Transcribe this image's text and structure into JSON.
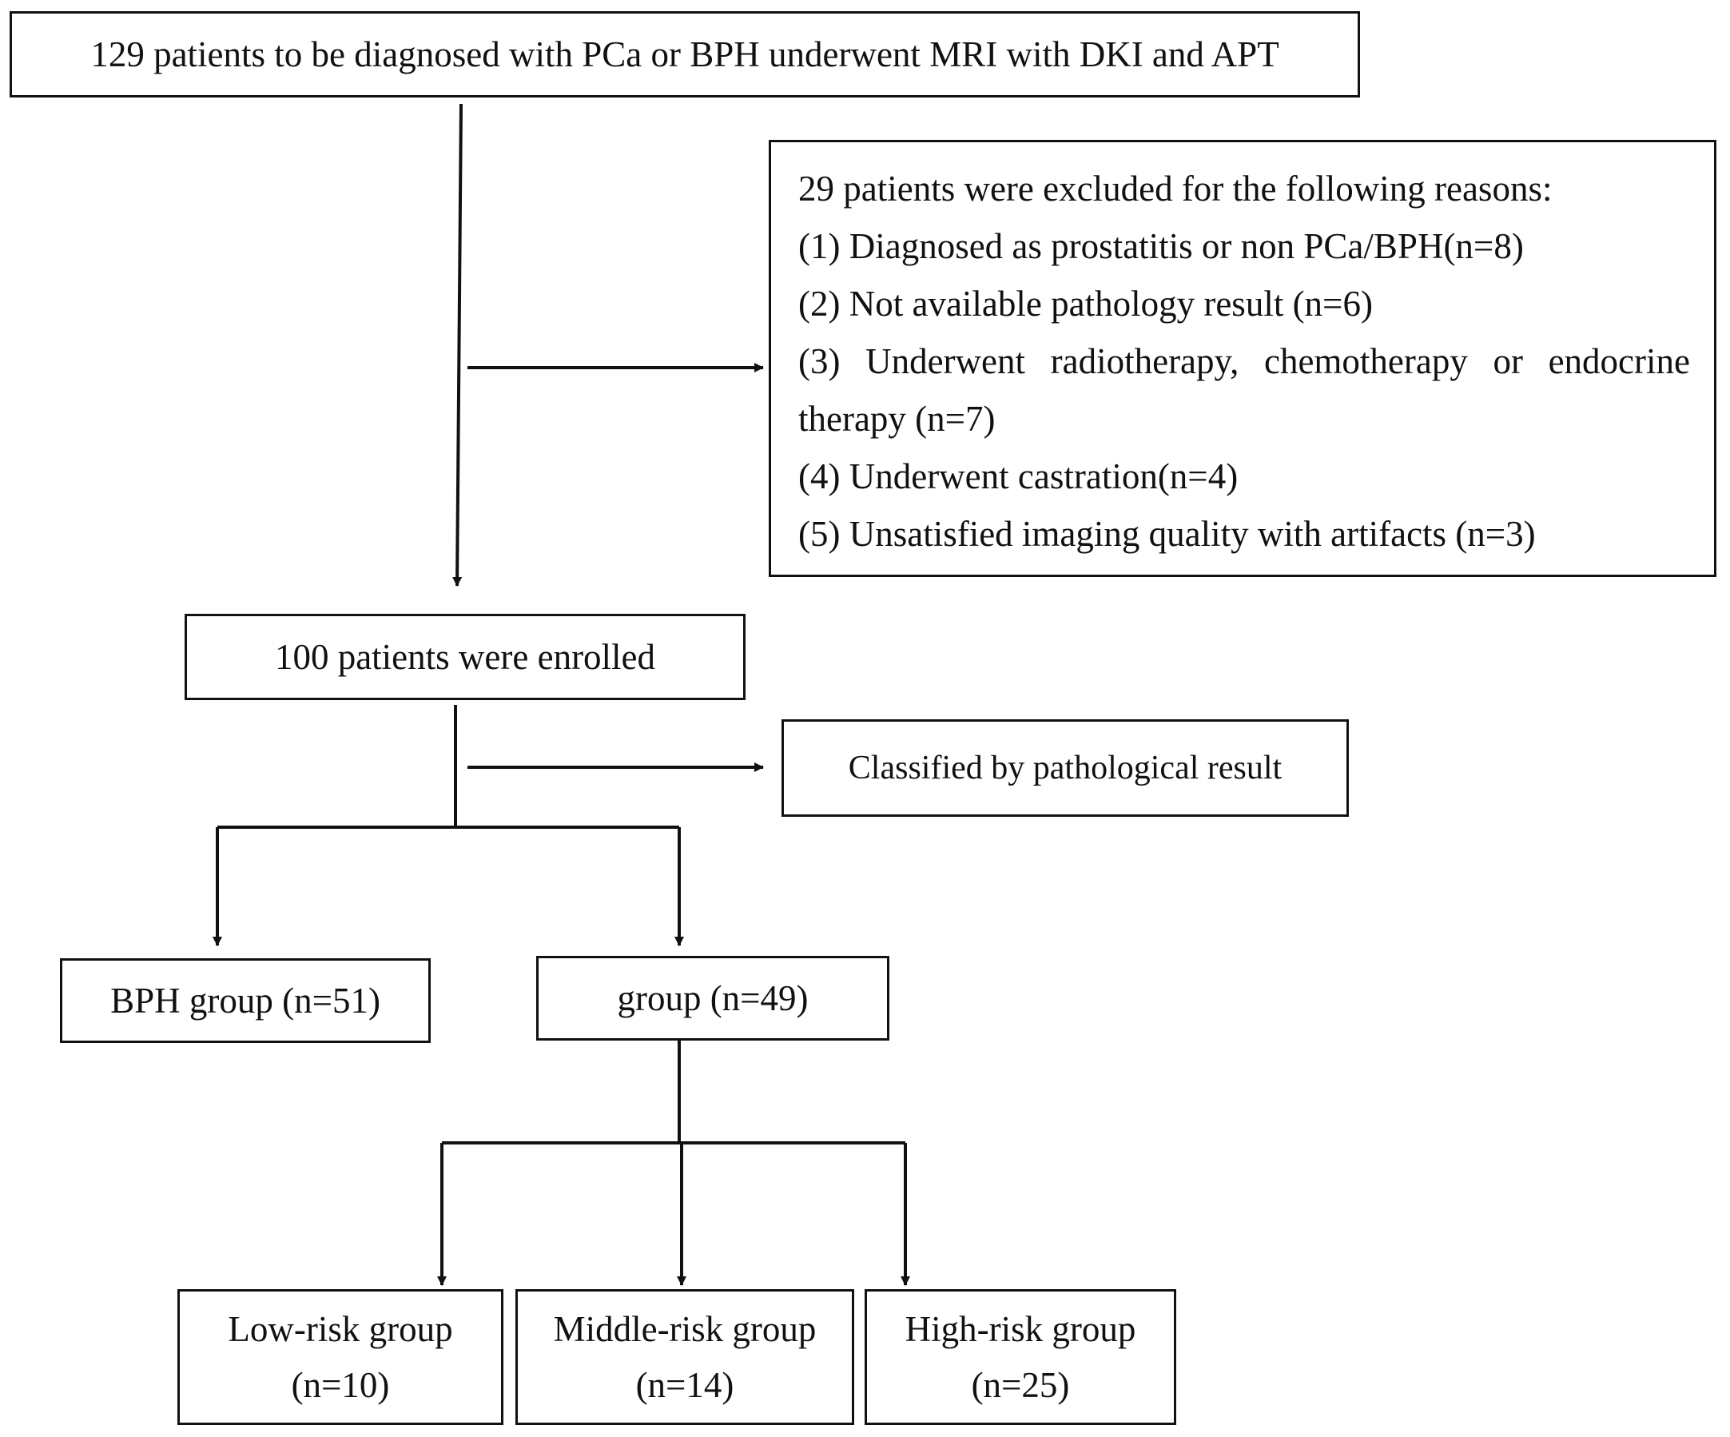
{
  "boxes": {
    "screening": "129 patients to be diagnosed with PCa or BPH underwent MRI with DKI and APT",
    "exclusion": {
      "header": "29 patients were excluded for the following reasons:",
      "reasons": [
        "(1) Diagnosed as prostatitis or non PCa/BPH(n=8)",
        "(2) Not available pathology result (n=6)",
        "(3) Underwent radiotherapy, chemotherapy or endocrine therapy (n=7)",
        "(4) Underwent castration(n=4)",
        "(5) Unsatisfied imaging quality with artifacts (n=3)"
      ]
    },
    "enrolled": "100 patients were enrolled",
    "classified": "Classified by pathological result",
    "bph_group": "BPH group (n=51)",
    "pca_group": "group (n=49)",
    "low_risk": {
      "label": "Low-risk group",
      "count": "(n=10)"
    },
    "middle_risk": {
      "label": "Middle-risk group",
      "count": "(n=14)"
    },
    "high_risk": {
      "label": "High-risk group",
      "count": "(n=25)"
    }
  }
}
